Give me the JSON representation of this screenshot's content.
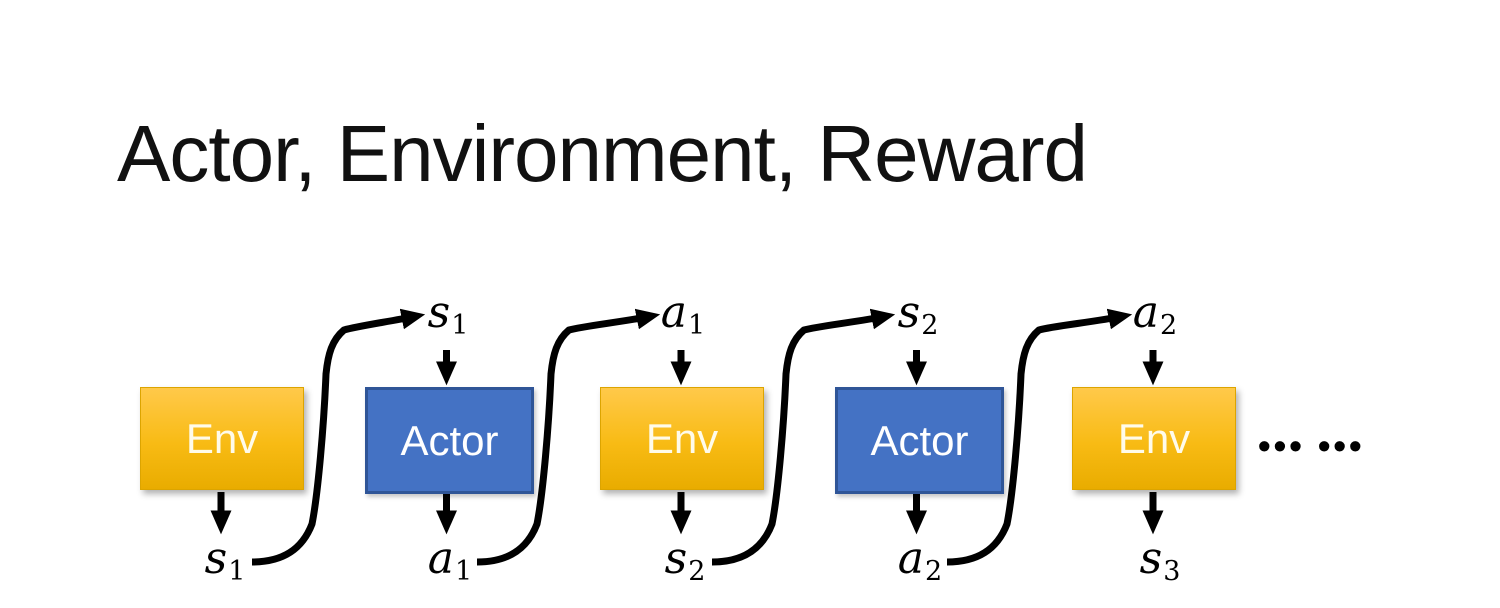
{
  "slide": {
    "title": "Actor, Environment, Reward",
    "ellipsis": "••• •••"
  },
  "diagram": {
    "boxes": [
      {
        "id": "env-1",
        "label": "Env"
      },
      {
        "id": "actor-1",
        "label": "Actor"
      },
      {
        "id": "env-2",
        "label": "Env"
      },
      {
        "id": "actor-2",
        "label": "Actor"
      },
      {
        "id": "env-3",
        "label": "Env"
      }
    ],
    "top_labels": [
      {
        "base": "s",
        "sub": "1"
      },
      {
        "base": "a",
        "sub": "1"
      },
      {
        "base": "s",
        "sub": "2"
      },
      {
        "base": "a",
        "sub": "2"
      }
    ],
    "bottom_labels": [
      {
        "base": "s",
        "sub": "1"
      },
      {
        "base": "a",
        "sub": "1"
      },
      {
        "base": "s",
        "sub": "2"
      },
      {
        "base": "a",
        "sub": "2"
      },
      {
        "base": "s",
        "sub": "3"
      }
    ],
    "colors": {
      "background": "#FFFFFF",
      "title_text": "#111111",
      "env_gradient_top": "#FFC94A",
      "env_gradient_bottom": "#E9AC00",
      "env_text": "#FFFBEA",
      "actor_fill": "#4472C4",
      "actor_border": "#2F5597",
      "actor_text": "#FFFFFF",
      "arrow": "#000000"
    }
  }
}
